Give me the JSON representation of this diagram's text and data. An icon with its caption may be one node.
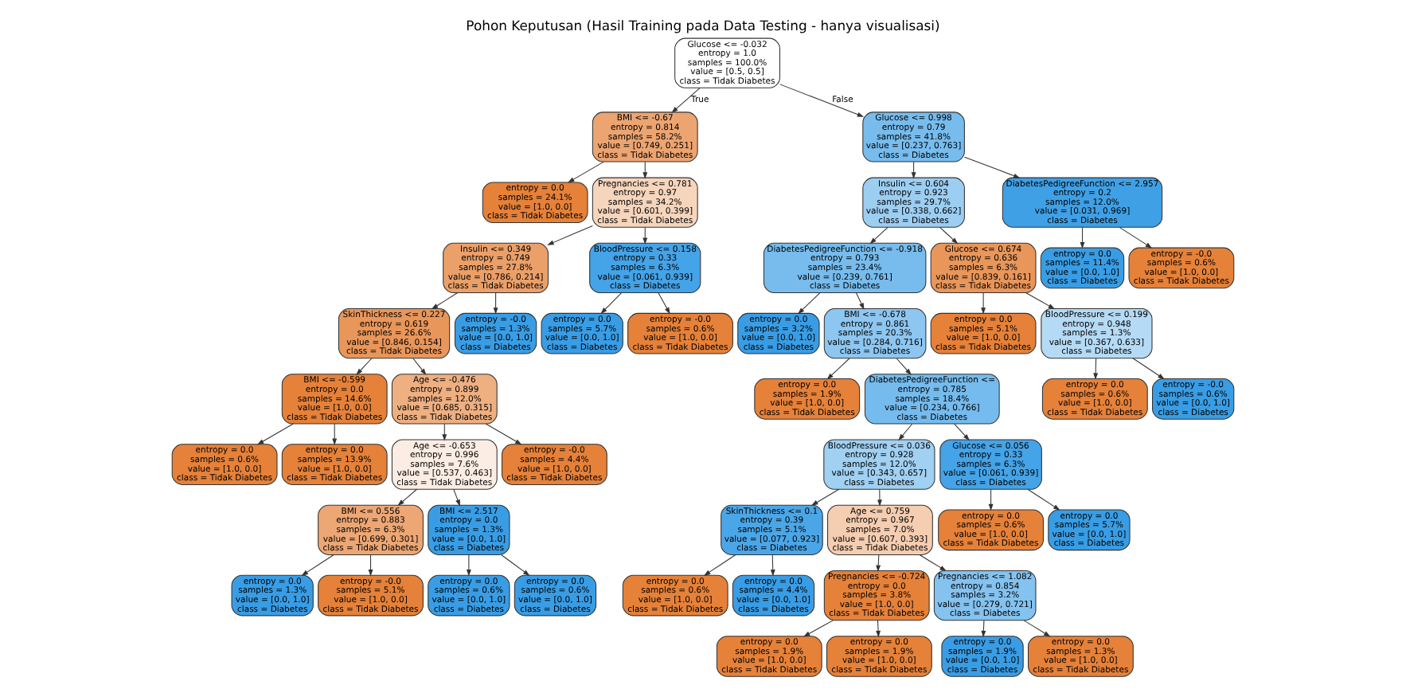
{
  "diagram": {
    "title": "Pohon Keputusan (Hasil Training pada Data Testing - hanya visualisasi)",
    "nodes": [
      {
        "text": [
          "Glucose <= -0.032",
          "entropy = 1.0",
          "samples = 100.0%",
          "value = [0.5, 0.5]",
          "class = Tidak Diabetes"
        ]
      },
      {
        "text": [
          "BMI <= -0.67",
          "entropy = 0.814",
          "samples = 58.2%",
          "value = [0.749, 0.251]",
          "class = Tidak Diabetes"
        ]
      },
      {
        "text": [
          "entropy = 0.0",
          "samples = 24.1%",
          "value = [1.0, 0.0]",
          "class = Tidak Diabetes"
        ]
      },
      {
        "text": [
          "Pregnancies <= 0.781",
          "entropy = 0.97",
          "samples = 34.2%",
          "value = [0.601, 0.399]",
          "class = Tidak Diabetes"
        ]
      },
      {
        "text": [
          "Insulin <= 0.349",
          "entropy = 0.749",
          "samples = 27.8%",
          "value = [0.786, 0.214]",
          "class = Tidak Diabetes"
        ]
      },
      {
        "text": [
          "SkinThickness <= 0.227",
          "entropy = 0.619",
          "samples = 26.6%",
          "value = [0.846, 0.154]",
          "class = Tidak Diabetes"
        ]
      },
      {
        "text": [
          "BMI <= -0.599",
          "entropy = 0.0",
          "samples = 14.6%",
          "value = [1.0, 0.0]",
          "class = Tidak Diabetes"
        ]
      },
      {
        "text": [
          "entropy = 0.0",
          "samples = 0.6%",
          "value = [1.0, 0.0]",
          "class = Tidak Diabetes"
        ]
      },
      {
        "text": [
          "entropy = 0.0",
          "samples = 13.9%",
          "value = [1.0, 0.0]",
          "class = Tidak Diabetes"
        ]
      },
      {
        "text": [
          "Age <= -0.476",
          "entropy = 0.899",
          "samples = 12.0%",
          "value = [0.685, 0.315]",
          "class = Tidak Diabetes"
        ]
      },
      {
        "text": [
          "Age <= -0.653",
          "entropy = 0.996",
          "samples = 7.6%",
          "value = [0.537, 0.463]",
          "class = Tidak Diabetes"
        ]
      },
      {
        "text": [
          "BMI <= 0.556",
          "entropy = 0.883",
          "samples = 6.3%",
          "value = [0.699, 0.301]",
          "class = Tidak Diabetes"
        ]
      },
      {
        "text": [
          "entropy = 0.0",
          "samples = 1.3%",
          "value = [0.0, 1.0]",
          "class = Diabetes"
        ]
      },
      {
        "text": [
          "entropy = -0.0",
          "samples = 5.1%",
          "value = [1.0, 0.0]",
          "class = Tidak Diabetes"
        ]
      },
      {
        "text": [
          "BMI <= 2.517",
          "entropy = 0.0",
          "samples = 1.3%",
          "value = [0.0, 1.0]",
          "class = Diabetes"
        ]
      },
      {
        "text": [
          "entropy = 0.0",
          "samples = 0.6%",
          "value = [0.0, 1.0]",
          "class = Diabetes"
        ]
      },
      {
        "text": [
          "entropy = 0.0",
          "samples = 0.6%",
          "value = [0.0, 1.0]",
          "class = Diabetes"
        ]
      },
      {
        "text": [
          "entropy = -0.0",
          "samples = 4.4%",
          "value = [1.0, 0.0]",
          "class = Tidak Diabetes"
        ]
      },
      {
        "text": [
          "entropy = -0.0",
          "samples = 1.3%",
          "value = [0.0, 1.0]",
          "class = Diabetes"
        ]
      },
      {
        "text": [
          "BloodPressure <= 0.158",
          "entropy = 0.33",
          "samples = 6.3%",
          "value = [0.061, 0.939]",
          "class = Diabetes"
        ]
      },
      {
        "text": [
          "entropy = 0.0",
          "samples = 5.7%",
          "value = [0.0, 1.0]",
          "class = Diabetes"
        ]
      },
      {
        "text": [
          "entropy = -0.0",
          "samples = 0.6%",
          "value = [1.0, 0.0]",
          "class = Tidak Diabetes"
        ]
      },
      {
        "text": [
          "Glucose <= 0.998",
          "entropy = 0.79",
          "samples = 41.8%",
          "value = [0.237, 0.763]",
          "class = Diabetes"
        ]
      },
      {
        "text": [
          "Insulin <= 0.604",
          "entropy = 0.923",
          "samples = 29.7%",
          "value = [0.338, 0.662]",
          "class = Diabetes"
        ]
      },
      {
        "text": [
          "DiabetesPedigreeFunction <= -0.918",
          "entropy = 0.793",
          "samples = 23.4%",
          "value = [0.239, 0.761]",
          "class = Diabetes"
        ]
      },
      {
        "text": [
          "entropy = 0.0",
          "samples = 3.2%",
          "value = [0.0, 1.0]",
          "class = Diabetes"
        ]
      },
      {
        "text": [
          "BMI <= -0.678",
          "entropy = 0.861",
          "samples = 20.3%",
          "value = [0.284, 0.716]",
          "class = Diabetes"
        ]
      },
      {
        "text": [
          "entropy = 0.0",
          "samples = 1.9%",
          "value = [1.0, 0.0]",
          "class = Tidak Diabetes"
        ]
      },
      {
        "text": [
          "DiabetesPedigreeFunction <=",
          "entropy = 0.785",
          "samples = 18.4%",
          "value = [0.234, 0.766]",
          "class = Diabetes"
        ]
      },
      {
        "text": [
          "BloodPressure <= 0.036",
          "entropy = 0.928",
          "samples = 12.0%",
          "value = [0.343, 0.657]",
          "class = Diabetes"
        ]
      },
      {
        "text": [
          "SkinThickness <= 0.1",
          "entropy = 0.39",
          "samples = 5.1%",
          "value = [0.077, 0.923]",
          "class = Diabetes"
        ]
      },
      {
        "text": [
          "entropy = 0.0",
          "samples = 0.6%",
          "value = [1.0, 0.0]",
          "class = Tidak Diabetes"
        ]
      },
      {
        "text": [
          "entropy = 0.0",
          "samples = 4.4%",
          "value = [0.0, 1.0]",
          "class = Diabetes"
        ]
      },
      {
        "text": [
          "Age <= 0.759",
          "entropy = 0.967",
          "samples = 7.0%",
          "value = [0.607, 0.393]",
          "class = Tidak Diabetes"
        ]
      },
      {
        "text": [
          "Pregnancies <= -0.724",
          "entropy = 0.0",
          "samples = 3.8%",
          "value = [1.0, 0.0]",
          "class = Tidak Diabetes"
        ]
      },
      {
        "text": [
          "entropy = 0.0",
          "samples = 1.9%",
          "value = [1.0, 0.0]",
          "class = Tidak Diabetes"
        ]
      },
      {
        "text": [
          "entropy = 0.0",
          "samples = 1.9%",
          "value = [1.0, 0.0]",
          "class = Tidak Diabetes"
        ]
      },
      {
        "text": [
          "Pregnancies <= 1.082",
          "entropy = 0.854",
          "samples = 3.2%",
          "value = [0.279, 0.721]",
          "class = Diabetes"
        ]
      },
      {
        "text": [
          "entropy = 0.0",
          "samples = 1.9%",
          "value = [0.0, 1.0]",
          "class = Diabetes"
        ]
      },
      {
        "text": [
          "entropy = 0.0",
          "samples = 1.3%",
          "value = [1.0, 0.0]",
          "class = Tidak Diabetes"
        ]
      },
      {
        "text": [
          "Glucose <= 0.056",
          "entropy = 0.33",
          "samples = 6.3%",
          "value = [0.061, 0.939]",
          "class = Diabetes"
        ]
      },
      {
        "text": [
          "entropy = 0.0",
          "samples = 0.6%",
          "value = [1.0, 0.0]",
          "class = Tidak Diabetes"
        ]
      },
      {
        "text": [
          "entropy = 0.0",
          "samples = 5.7%",
          "value = [0.0, 1.0]",
          "class = Diabetes"
        ]
      },
      {
        "text": [
          "Glucose <= 0.674",
          "entropy = 0.636",
          "samples = 6.3%",
          "value = [0.839, 0.161]",
          "class = Tidak Diabetes"
        ]
      },
      {
        "text": [
          "entropy = 0.0",
          "samples = 5.1%",
          "value = [1.0, 0.0]",
          "class = Tidak Diabetes"
        ]
      },
      {
        "text": [
          "BloodPressure <= 0.199",
          "entropy = 0.948",
          "samples = 1.3%",
          "value = [0.367, 0.633]",
          "class = Diabetes"
        ]
      },
      {
        "text": [
          "entropy = 0.0",
          "samples = 0.6%",
          "value = [1.0, 0.0]",
          "class = Tidak Diabetes"
        ]
      },
      {
        "text": [
          "entropy = -0.0",
          "samples = 0.6%",
          "value = [0.0, 1.0]",
          "class = Diabetes"
        ]
      },
      {
        "text": [
          "DiabetesPedigreeFunction <= 2.957",
          "entropy = 0.2",
          "samples = 12.0%",
          "value = [0.031, 0.969]",
          "class = Diabetes"
        ]
      },
      {
        "text": [
          "entropy = 0.0",
          "samples = 11.4%",
          "value = [0.0, 1.0]",
          "class = Diabetes"
        ]
      },
      {
        "text": [
          "entropy = -0.0",
          "samples = 0.6%",
          "value = [1.0, 0.0]",
          "class = Tidak Diabetes"
        ]
      }
    ],
    "edges": [
      {
        "from": 0,
        "to": 1,
        "arrow": "to",
        "label": "True"
      },
      {
        "from": 1,
        "to": 2,
        "arrow": "to"
      },
      {
        "from": 1,
        "to": 3,
        "arrow": "to"
      },
      {
        "from": 3,
        "to": 4,
        "arrow": "to"
      },
      {
        "from": 4,
        "to": 5,
        "arrow": "to"
      },
      {
        "from": 5,
        "to": 6,
        "arrow": "to"
      },
      {
        "from": 6,
        "to": 7,
        "arrow": "to"
      },
      {
        "from": 6,
        "to": 8,
        "arrow": "to"
      },
      {
        "from": 5,
        "to": 9,
        "arrow": "to"
      },
      {
        "from": 9,
        "to": 10,
        "arrow": "to"
      },
      {
        "from": 10,
        "to": 11,
        "arrow": "to"
      },
      {
        "from": 11,
        "to": 12,
        "arrow": "to"
      },
      {
        "from": 11,
        "to": 13,
        "arrow": "to"
      },
      {
        "from": 10,
        "to": 14,
        "arrow": "to"
      },
      {
        "from": 14,
        "to": 15,
        "arrow": "to"
      },
      {
        "from": 14,
        "to": 16,
        "arrow": "to"
      },
      {
        "from": 9,
        "to": 17,
        "arrow": "to"
      },
      {
        "from": 4,
        "to": 18,
        "arrow": "to"
      },
      {
        "from": 3,
        "to": 19,
        "arrow": "to"
      },
      {
        "from": 19,
        "to": 20,
        "arrow": "to"
      },
      {
        "from": 19,
        "to": 21,
        "arrow": "to"
      },
      {
        "from": 0,
        "to": 22,
        "arrow": "to",
        "label": "False"
      },
      {
        "from": 22,
        "to": 23,
        "arrow": "to"
      },
      {
        "from": 23,
        "to": 24,
        "arrow": "to"
      },
      {
        "from": 24,
        "to": 25,
        "arrow": "to"
      },
      {
        "from": 24,
        "to": 26,
        "arrow": "to"
      },
      {
        "from": 26,
        "to": 27,
        "arrow": "to"
      },
      {
        "from": 26,
        "to": 28,
        "arrow": "to"
      },
      {
        "from": 28,
        "to": 29,
        "arrow": "to"
      },
      {
        "from": 29,
        "to": 30,
        "arrow": "to"
      },
      {
        "from": 30,
        "to": 31,
        "arrow": "to"
      },
      {
        "from": 30,
        "to": 32,
        "arrow": "to"
      },
      {
        "from": 29,
        "to": 33,
        "arrow": "to"
      },
      {
        "from": 33,
        "to": 34,
        "arrow": "to"
      },
      {
        "from": 34,
        "to": 35,
        "arrow": "to"
      },
      {
        "from": 34,
        "to": 36,
        "arrow": "to"
      },
      {
        "from": 33,
        "to": 37,
        "arrow": "to"
      },
      {
        "from": 37,
        "to": 38,
        "arrow": "to"
      },
      {
        "from": 37,
        "to": 39,
        "arrow": "to"
      },
      {
        "from": 28,
        "to": 40,
        "arrow": "to"
      },
      {
        "from": 40,
        "to": 41,
        "arrow": "to"
      },
      {
        "from": 40,
        "to": 42,
        "arrow": "to"
      },
      {
        "from": 23,
        "to": 43,
        "arrow": "to"
      },
      {
        "from": 43,
        "to": 44,
        "arrow": "to"
      },
      {
        "from": 43,
        "to": 45,
        "arrow": "to"
      },
      {
        "from": 45,
        "to": 46,
        "arrow": "to"
      },
      {
        "from": 45,
        "to": 47,
        "arrow": "to"
      },
      {
        "from": 22,
        "to": 48,
        "arrow": "to"
      },
      {
        "from": 48,
        "to": 49,
        "arrow": "to"
      },
      {
        "from": 48,
        "to": 50,
        "arrow": "to"
      }
    ]
  }
}
